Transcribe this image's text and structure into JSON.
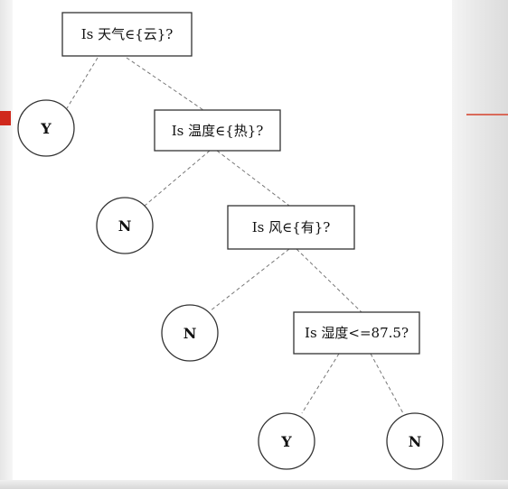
{
  "tree": {
    "q1": "Is 天气∈{云}?",
    "q2": "Is 温度∈{热}?",
    "q3": "Is 风∈{有}?",
    "q4": "Is 湿度<=87.5?",
    "leaf1": "Y",
    "leaf2": "N",
    "leaf3": "N",
    "leaf4": "Y",
    "leaf5": "N"
  }
}
